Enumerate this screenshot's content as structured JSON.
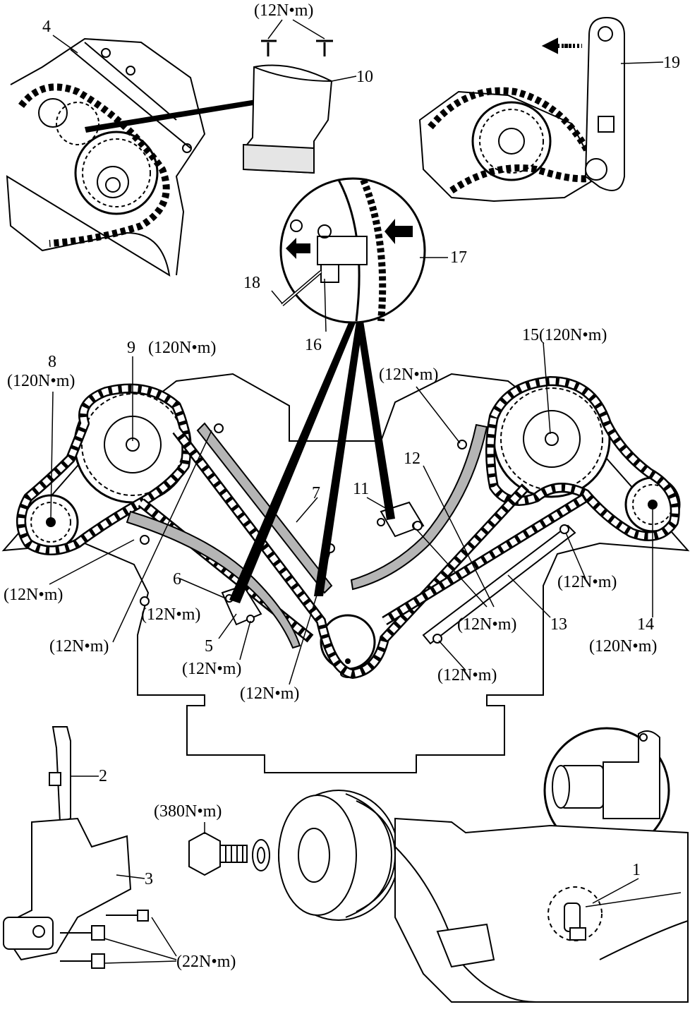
{
  "labels": {
    "n1": "1",
    "n2": "2",
    "n3": "3",
    "n4": "4",
    "n5": "5",
    "n6": "6",
    "n7": "7",
    "n8": "8",
    "n9": "9",
    "n10": "10",
    "n11": "11",
    "n12": "12",
    "n13": "13",
    "n14": "14",
    "n15": "15(120N•m)",
    "n16": "16",
    "n17": "17",
    "n18": "18",
    "n19": "19"
  },
  "torques": {
    "t_top": "(12N•m)",
    "t8": "(120N•m)",
    "t9": "(120N•m)",
    "t12_upper": "(12N•m)",
    "t_left_guide": "(12N•m)",
    "t6": "(12N•m)",
    "t_left_outer": "(12N•m)",
    "t5": "(12N•m)",
    "t_center": "(12N•m)",
    "t_right_guide": "(12N•m)",
    "t_right_low": "(12N•m)",
    "t13": "(12N•m)",
    "t14": "(120N•m)",
    "t_pulley": "(380N•m)",
    "t_bolts": "(22N•m)"
  }
}
